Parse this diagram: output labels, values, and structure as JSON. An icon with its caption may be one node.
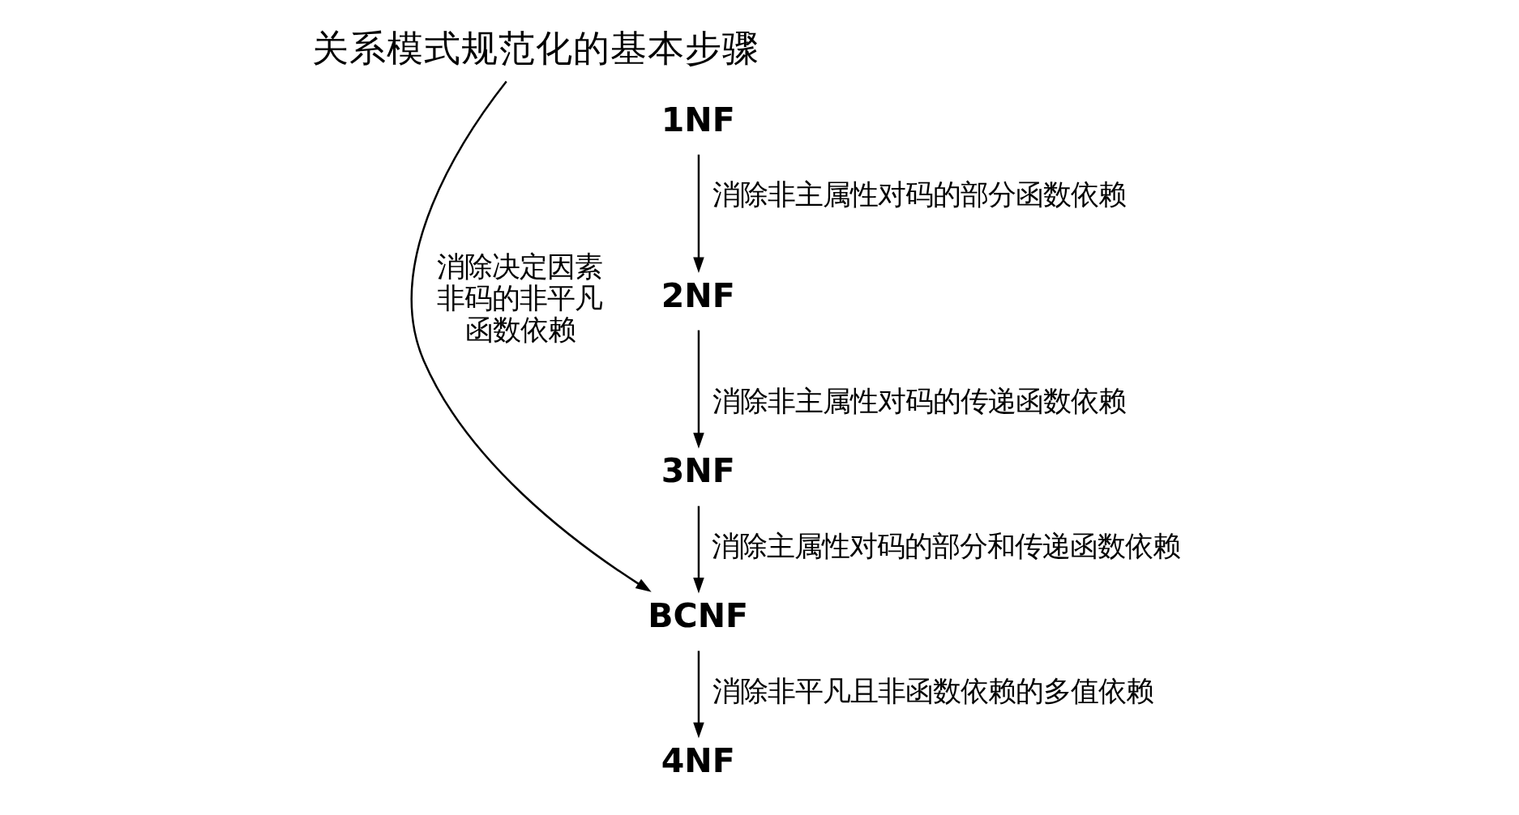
{
  "diagram": {
    "nodes": [
      {
        "text": [
          "关系模式规范化的基本步骤"
        ]
      },
      {
        "text": [
          "1NF"
        ]
      },
      {
        "text": [
          "2NF"
        ]
      },
      {
        "text": [
          "3NF"
        ]
      },
      {
        "text": [
          "BCNF"
        ]
      },
      {
        "text": [
          "4NF"
        ]
      }
    ],
    "edges": [
      {
        "from": 0,
        "to": 4,
        "arrow": "to",
        "label": "消除决定因素非码的非平凡函数依赖"
      },
      {
        "from": 1,
        "to": 2,
        "arrow": "to",
        "label": "消除非主属性对码的部分函数依赖"
      },
      {
        "from": 2,
        "to": 3,
        "arrow": "to",
        "label": "消除非主属性对码的传递函数依赖"
      },
      {
        "from": 3,
        "to": 4,
        "arrow": "to",
        "label": "消除主属性对码的部分和传递函数依赖"
      },
      {
        "from": 4,
        "to": 5,
        "arrow": "to",
        "label": "消除非平凡且非函数依赖的多值依赖"
      }
    ]
  }
}
